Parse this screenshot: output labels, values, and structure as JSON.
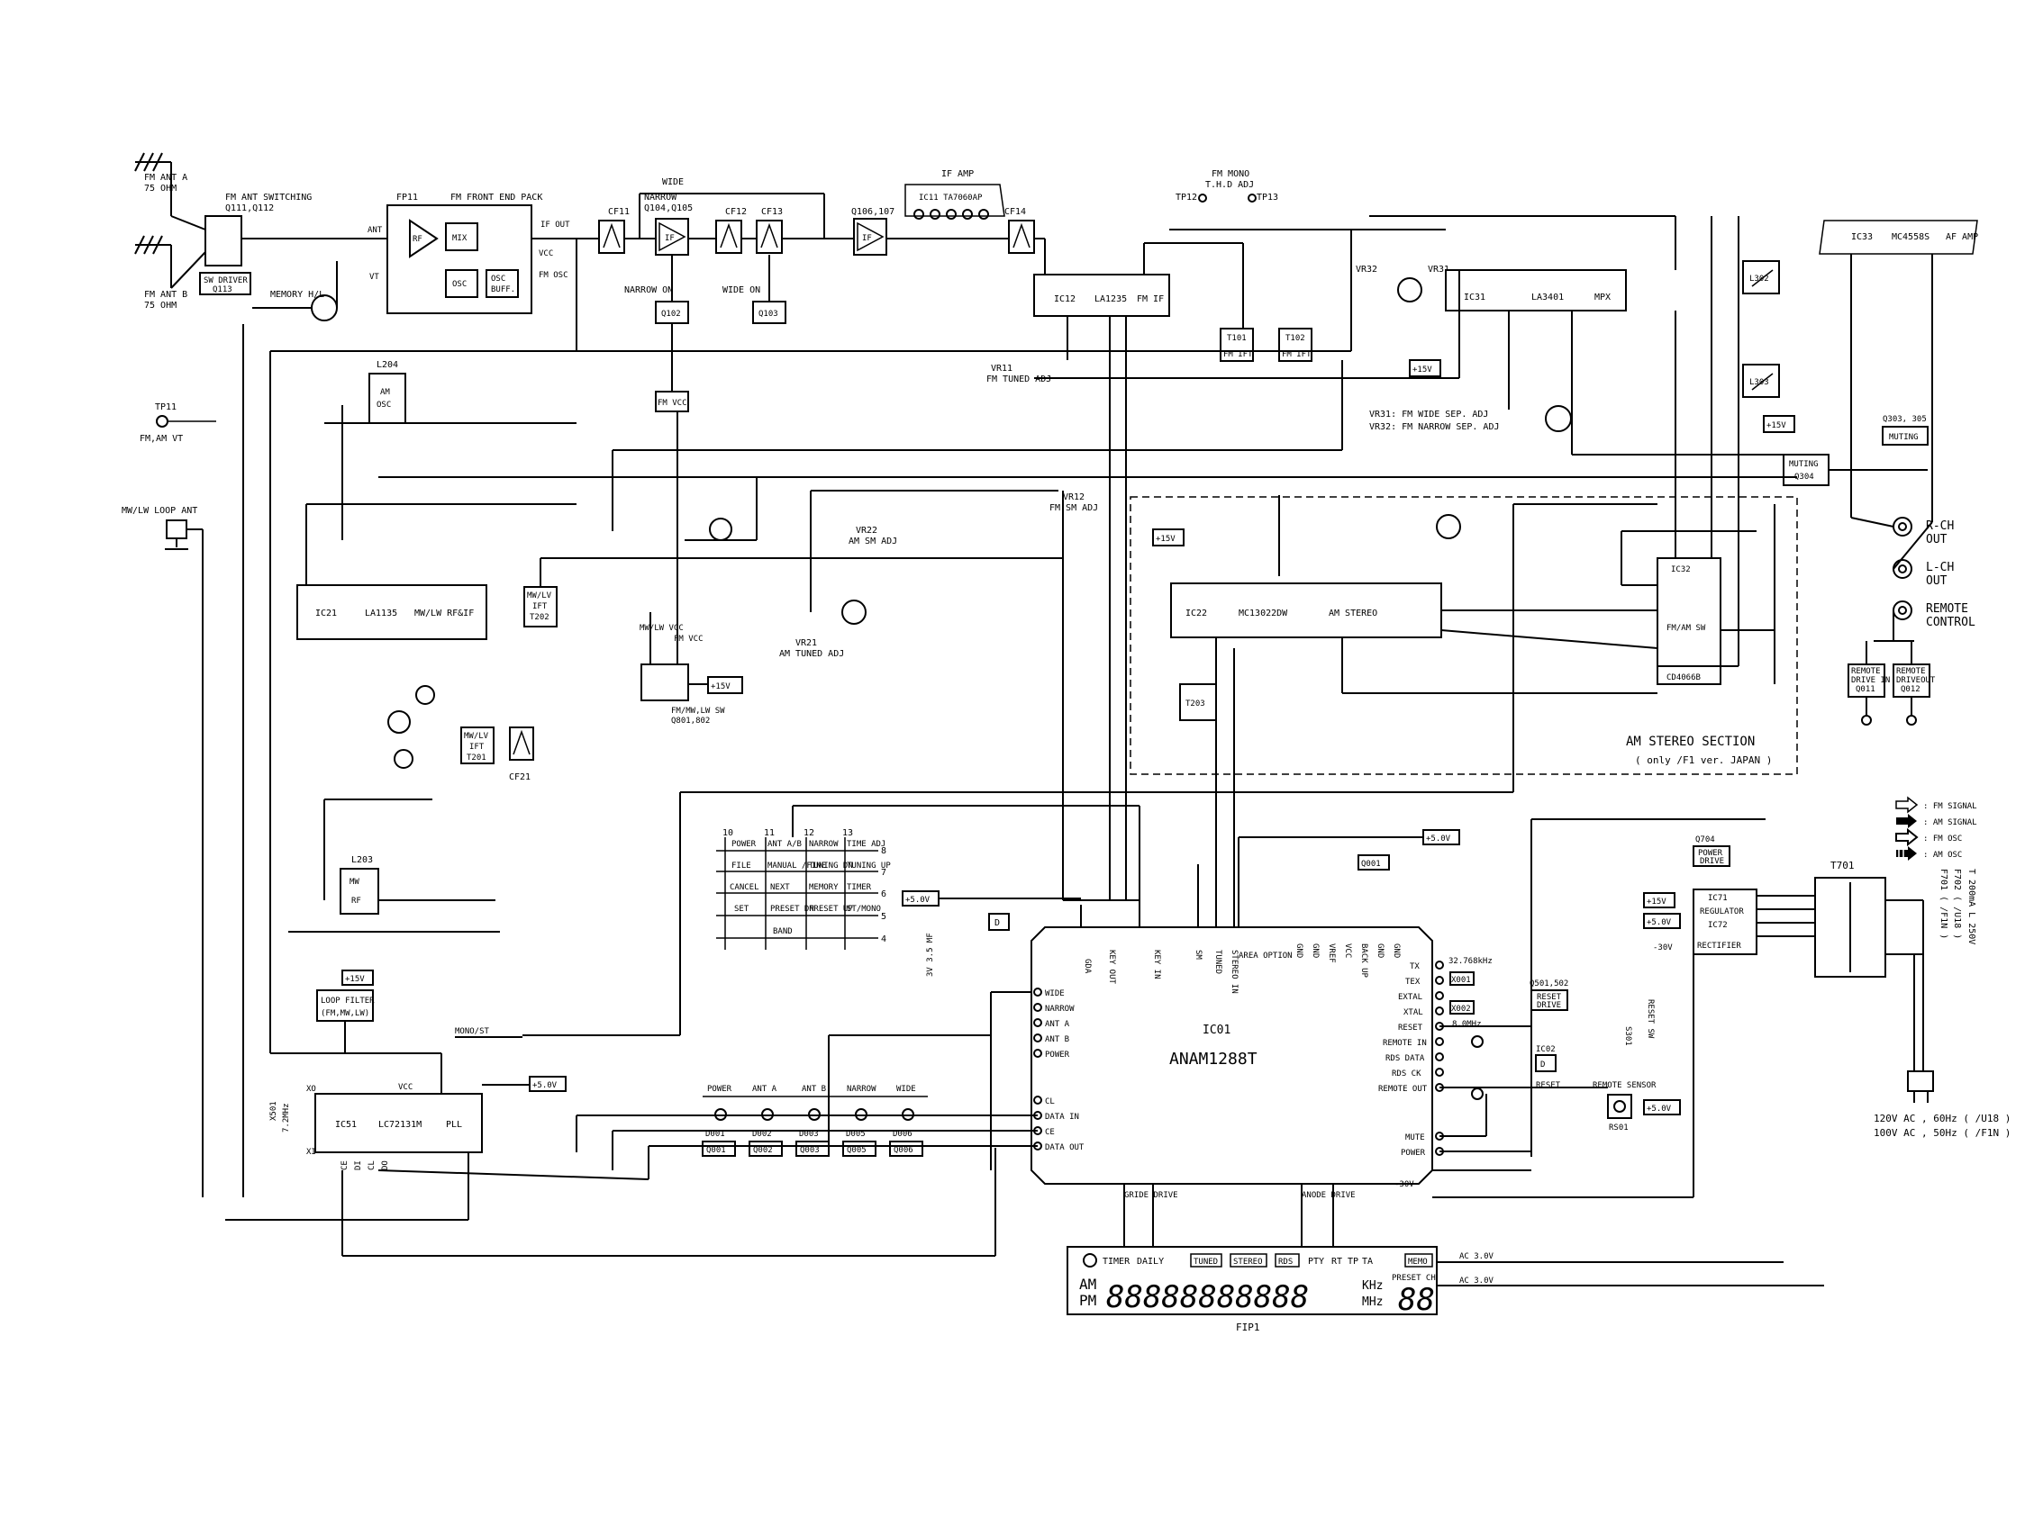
{
  "antennas": {
    "fm_ant_a": [
      "FM ANT A",
      "75 OHM"
    ],
    "fm_ant_b": [
      "FM ANT B",
      "75 OHM"
    ],
    "mwlw_loop": "MW/LW LOOP ANT",
    "tp11": "TP11",
    "fm_am_vt": "FM,AM VT"
  },
  "fm_section": {
    "ant_switching": [
      "FM ANT SWITCHING",
      "Q111,Q112"
    ],
    "sw_driver": [
      "SW DRIVER",
      "Q113"
    ],
    "memory_hl": "MEMORY H/L",
    "fp11": "FP11",
    "front_end": "FM FRONT END PACK",
    "fe_blocks": {
      "rf": "RF",
      "mix": "MIX",
      "osc": "OSC",
      "osc_buff": [
        "OSC",
        "BUFF."
      ]
    },
    "fe_pins": {
      "ant": "ANT",
      "vt": "VT",
      "if_out": "IF OUT",
      "vcc": "VCC",
      "fm_osc": "FM OSC"
    },
    "cf11": "CF11",
    "wide": "WIDE",
    "narrow": [
      "NARROW",
      "Q104,Q105"
    ],
    "if": "IF",
    "cf12": "CF12",
    "cf13": "CF13",
    "q106": "Q106,107",
    "narrow_on": "NARROW ON",
    "wide_on": "WIDE ON",
    "q102": "Q102",
    "q103": "Q103",
    "fm_vcc": "FM VCC",
    "if_amp": "IF AMP",
    "ic11": "IC11 TA7060AP",
    "cf14": "CF14",
    "ic12": [
      "IC12",
      "LA1235",
      "FM IF"
    ],
    "vr11": [
      "VR11",
      "FM TUNED ADJ"
    ],
    "t101": [
      "T101",
      "FM IFT"
    ],
    "t102": [
      "T102",
      "FM IFT"
    ],
    "fm_mono": [
      "FM MONO",
      "T.H.D ADJ"
    ],
    "tp12": "TP12",
    "tp13": "TP13",
    "vr32": "VR32",
    "vr31": "VR31",
    "ic31": [
      "IC31",
      "LA3401",
      "MPX"
    ],
    "vr31_note": "VR31: FM WIDE SEP. ADJ",
    "vr32_note": "VR32: FM NARROW SEP. ADJ",
    "plus15v": "+15V",
    "l302": "L302",
    "l303": "L303",
    "ic33": [
      "IC33",
      "MC4558S",
      "AF AMP"
    ],
    "q303": [
      "Q303, 305",
      "MUTING"
    ],
    "muting_q304": [
      "MUTING",
      "Q304"
    ],
    "r_ch": [
      "R-CH",
      "OUT"
    ],
    "l_ch": [
      "L-CH",
      "OUT"
    ],
    "remote_control": [
      "REMOTE",
      "CONTROL"
    ],
    "remote_in": [
      "REMOTE",
      "DRIVE IN",
      "Q011"
    ],
    "remote_out": [
      "REMOTE",
      "DRIVEOUT",
      "Q012"
    ],
    "ic32": "IC32",
    "ic32_sub": [
      "FM/AM SW",
      "CD4066B"
    ]
  },
  "am_section": {
    "l204": [
      "L204",
      "AM",
      "OSC"
    ],
    "ic21": [
      "IC21",
      "LA1135",
      "MW/LW RF&IF"
    ],
    "t202": [
      "MW/LV",
      "IFT",
      "T202"
    ],
    "t201": [
      "MW/LV",
      "IFT",
      "T201"
    ],
    "cf21": "CF21",
    "vr12": [
      "VR12",
      "FM SM ADJ"
    ],
    "vr22": [
      "VR22",
      "AM SM ADJ"
    ],
    "vr21": [
      "VR21",
      "AM TUNED ADJ"
    ],
    "mw_vcc": "MW/LW VCC",
    "fm_vcc2": "FM VCC",
    "fm_mw_sw": [
      "FM/MW,LW SW",
      "Q801,802"
    ],
    "l203": [
      "L203",
      "MW",
      "RF"
    ],
    "loop_filter": [
      "LOOP FILTER",
      "(FM,MW,LW)"
    ],
    "mono_st": "MONO/ST",
    "ic51": [
      "IC51",
      "LC72131M",
      "PLL"
    ],
    "x01": [
      "X501",
      "7.2MHz"
    ],
    "xo_xi": [
      "XO",
      "XI"
    ],
    "pll_pins": [
      "CE",
      "DI",
      "CL",
      "DO"
    ],
    "vcc": "VCC",
    "am_stereo": [
      "+15V",
      "IC22",
      "MC13022DW",
      "AM STEREO",
      "T203"
    ],
    "am_stereo_section": [
      "AM STEREO SECTION",
      "( only /F1 ver. JAPAN )"
    ]
  },
  "keypad": {
    "cols": [
      "10",
      "11",
      "12",
      "13"
    ],
    "rows": [
      "8",
      "7",
      "6",
      "5",
      "4"
    ],
    "keys": [
      [
        "POWER",
        "ANT A/B",
        "NARROW",
        "TIME ADJ"
      ],
      [
        "FILE",
        "MANUAL /FINE",
        "TUNING DN",
        "TUNING UP"
      ],
      [
        "CANCEL",
        "NEXT",
        "MEMORY",
        "TIMER"
      ],
      [
        "SET",
        "PRESET DN",
        "PRESET UP",
        "ST/MONO"
      ],
      [
        "",
        "BAND",
        "",
        ""
      ]
    ],
    "plus5v": "+5.0V",
    "battery": "3V 3.5 MF",
    "d": "D"
  },
  "mcu": {
    "name": "IC01",
    "part": "ANAM1288T",
    "top_pins": [
      "GDA",
      "KEY OUT",
      "KEY IN",
      "SM",
      "TUNED",
      "STEREO IN",
      "AREA OPTION",
      "GND",
      "GND",
      "VREF",
      "VCC",
      "BACK UP",
      "GND",
      "GND"
    ],
    "left_pins": [
      "WIDE",
      "NARROW",
      "ANT A",
      "ANT B",
      "POWER",
      "CL",
      "DATA IN",
      "CE",
      "DATA OUT"
    ],
    "right_pins": [
      "TX",
      "TEX",
      "EXTAL",
      "XTAL",
      "RESET",
      "REMOTE IN",
      "RDS DATA",
      "RDS CK",
      "REMOTE OUT",
      "MUTE",
      "POWER"
    ],
    "xtal1": "32.768kHz",
    "x1": "X001",
    "x2": "X002",
    "xtal2": "8.0MHz",
    "plus5v": "+5.0V",
    "q001": "Q001",
    "grid_drive": "GRIDE DRIVE",
    "anode_drive": "ANODE DRIVE",
    "minus30": "-30V",
    "q501": [
      "Q501,502",
      "RESET",
      "DRIVE"
    ],
    "ic02": [
      "IC02",
      "RESET"
    ],
    "s01": [
      "S301",
      "RESET SW"
    ],
    "remote_sensor": [
      "REMOTE SENSOR",
      "RS01"
    ]
  },
  "leds": {
    "labels": [
      "POWER",
      "ANT A",
      "ANT B",
      "NARROW",
      "WIDE"
    ],
    "diodes": [
      "D001",
      "D002",
      "D003",
      "D005",
      "D006"
    ],
    "drivers": [
      "Q001",
      "Q002",
      "Q003",
      "Q005",
      "Q006"
    ]
  },
  "display": {
    "name": "FIP1",
    "top": [
      "TIMER",
      "DAILY",
      "TUNED",
      "STEREO",
      "RDS",
      "PTY",
      "RT",
      "TP",
      "TA",
      "MEMO"
    ],
    "ampm": [
      "AM",
      "PM"
    ],
    "segments": "88888888888",
    "units": [
      "KHz",
      "MHz"
    ],
    "preset": "PRESET CH",
    "preset_digits": "88",
    "ac1": "AC 3.0V",
    "ac2": "AC 3.0V"
  },
  "power": {
    "q704": [
      "Q704",
      "POWER",
      "DRIVE"
    ],
    "ic71": [
      "IC71",
      "REGULATOR",
      "IC72",
      "RECTIFIER"
    ],
    "p15": "+15V",
    "p5": "+5.0V",
    "m30": "-30V",
    "t701": "T701",
    "fuse": [
      "F701 ( /F1N )",
      "F702 ( /U18 )",
      "T 200mA L 250V"
    ],
    "mains": [
      "120V AC , 60Hz ( /U18 )",
      "100V AC , 50Hz ( /F1N )"
    ]
  },
  "legend": [
    {
      "icon": "fm-signal-arrow",
      "text": ": FM SIGNAL"
    },
    {
      "icon": "am-signal-arrow",
      "text": ": AM SIGNAL"
    },
    {
      "icon": "fm-osc-arrow",
      "text": ": FM OSC"
    },
    {
      "icon": "am-osc-arrow",
      "text": ": AM OSC"
    }
  ]
}
